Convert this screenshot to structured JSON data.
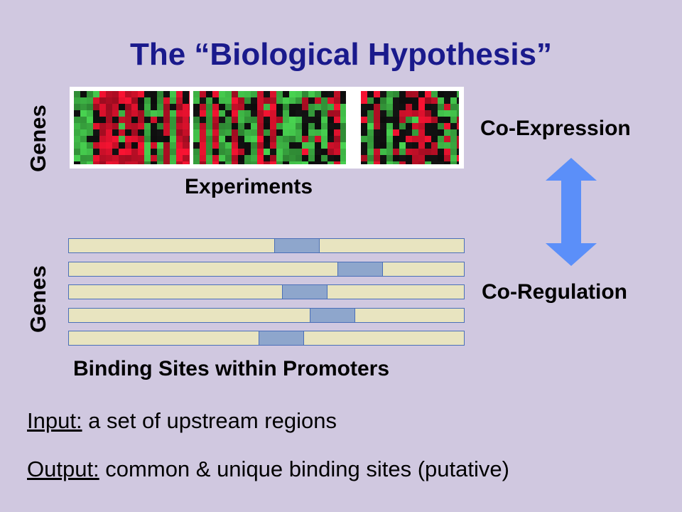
{
  "title": "The “Biological Hypothesis”",
  "labels": {
    "genes_top": "Genes",
    "genes_bottom": "Genes",
    "experiments": "Experiments",
    "binding_sites": "Binding Sites within Promoters",
    "co_expression": "Co-Expression",
    "co_regulation": "Co-Regulation"
  },
  "io": {
    "input_key": "Input:",
    "input_text": " a set of upstream regions",
    "output_key": "Output:",
    "output_text": " common & unique binding sites (putative)"
  },
  "icons": {
    "arrow": "double-headed-vertical-arrow-icon"
  },
  "colors": {
    "title": "#1a1a8c",
    "background": "#d0c8e0",
    "arrow": "#5b8ff9",
    "sequence": "#e8e4c0",
    "binding_site": "#8ea6cc",
    "heat_red": "#d0102a",
    "heat_green": "#3cb043",
    "heat_black": "#101010"
  },
  "promoter_sites": [
    0.52,
    0.68,
    0.54,
    0.61,
    0.48
  ]
}
